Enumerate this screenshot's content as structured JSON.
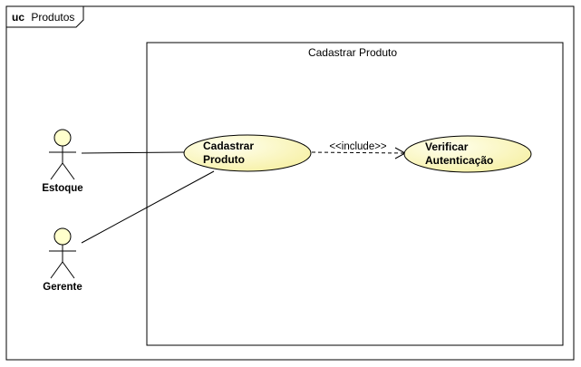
{
  "frame": {
    "keyword": "uc",
    "name": "Produtos"
  },
  "boundary": {
    "title": "Cadastrar Produto"
  },
  "actors": {
    "estoque": "Estoque",
    "gerente": "Gerente"
  },
  "usecases": {
    "cadastrar": {
      "line1": "Cadastrar",
      "line2": "Produto"
    },
    "verificar": {
      "line1": "Verificar",
      "line2": "Autenticação"
    }
  },
  "relationship": {
    "stereotype": "<<include>>"
  },
  "colors": {
    "usecase_fill": "#ffffcc",
    "actor_fill": "#ffffcc",
    "stroke": "#000000",
    "background": "#ffffff"
  }
}
